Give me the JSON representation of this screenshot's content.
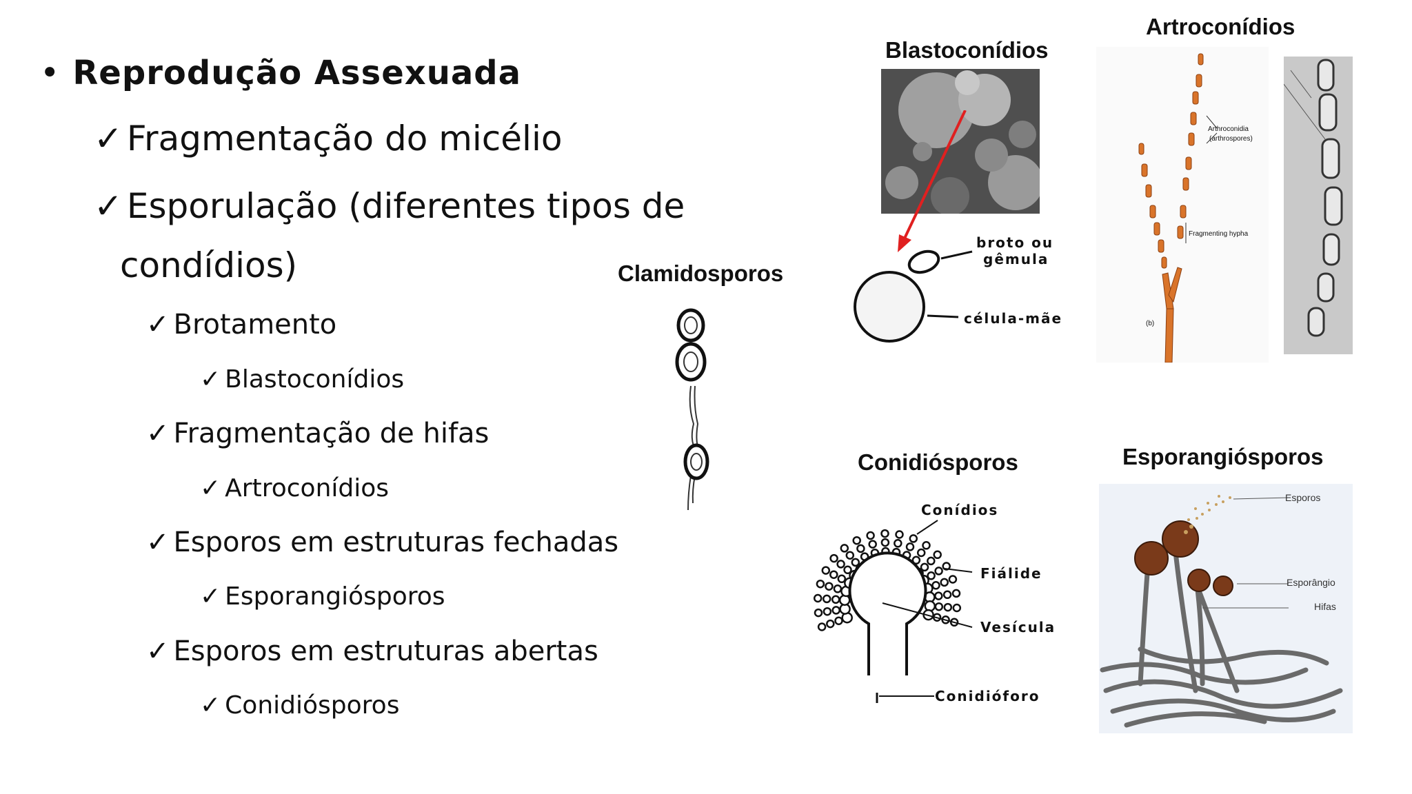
{
  "title": "Reprodução Assexuada",
  "bullet_char": "•",
  "check_char": "✓",
  "items": [
    {
      "text": "Fragmentação do micélio"
    },
    {
      "text": "Esporulação (diferentes tipos de",
      "text2": "condídios)"
    },
    {
      "text": "Brotamento",
      "sub": "Blastoconídios"
    },
    {
      "text": "Fragmentação de hifas",
      "sub": "Artroconídios"
    },
    {
      "text": "Esporos em estruturas fechadas",
      "sub": "Esporangiósporos"
    },
    {
      "text": "Esporos em estruturas abertas",
      "sub": "Conidiósporos"
    }
  ],
  "figures": {
    "clamidosporos": {
      "title": "Clamidosporos"
    },
    "blastoconidios": {
      "title": "Blastoconídios",
      "label_bud_1": "broto ou",
      "label_bud_2": "gêmula",
      "label_mother": "célula-mãe"
    },
    "artroconidios": {
      "title": "Artroconídios",
      "label_arthro_1": "Arthroconidia",
      "label_arthro_2": "(arthrospores)",
      "label_frag": "Fragmenting hypha",
      "label_b": "(b)"
    },
    "conidiosporos": {
      "title": "Conidiósporos",
      "label_conidios": "Conídios",
      "label_fialide": "Fiálide",
      "label_vesicula": "Vesícula",
      "label_conidioforo": "Conidióforo"
    },
    "esporangiosporos": {
      "title": "Esporangiósporos",
      "label_esporos": "Esporos",
      "label_esporangio": "Esporângio",
      "label_hifas": "Hifas"
    }
  },
  "colors": {
    "orange": "#d9742a",
    "red_arrow": "#e02020",
    "sem_gray": "#6f6f6f",
    "sporangium_brown": "#7a3a1a"
  }
}
